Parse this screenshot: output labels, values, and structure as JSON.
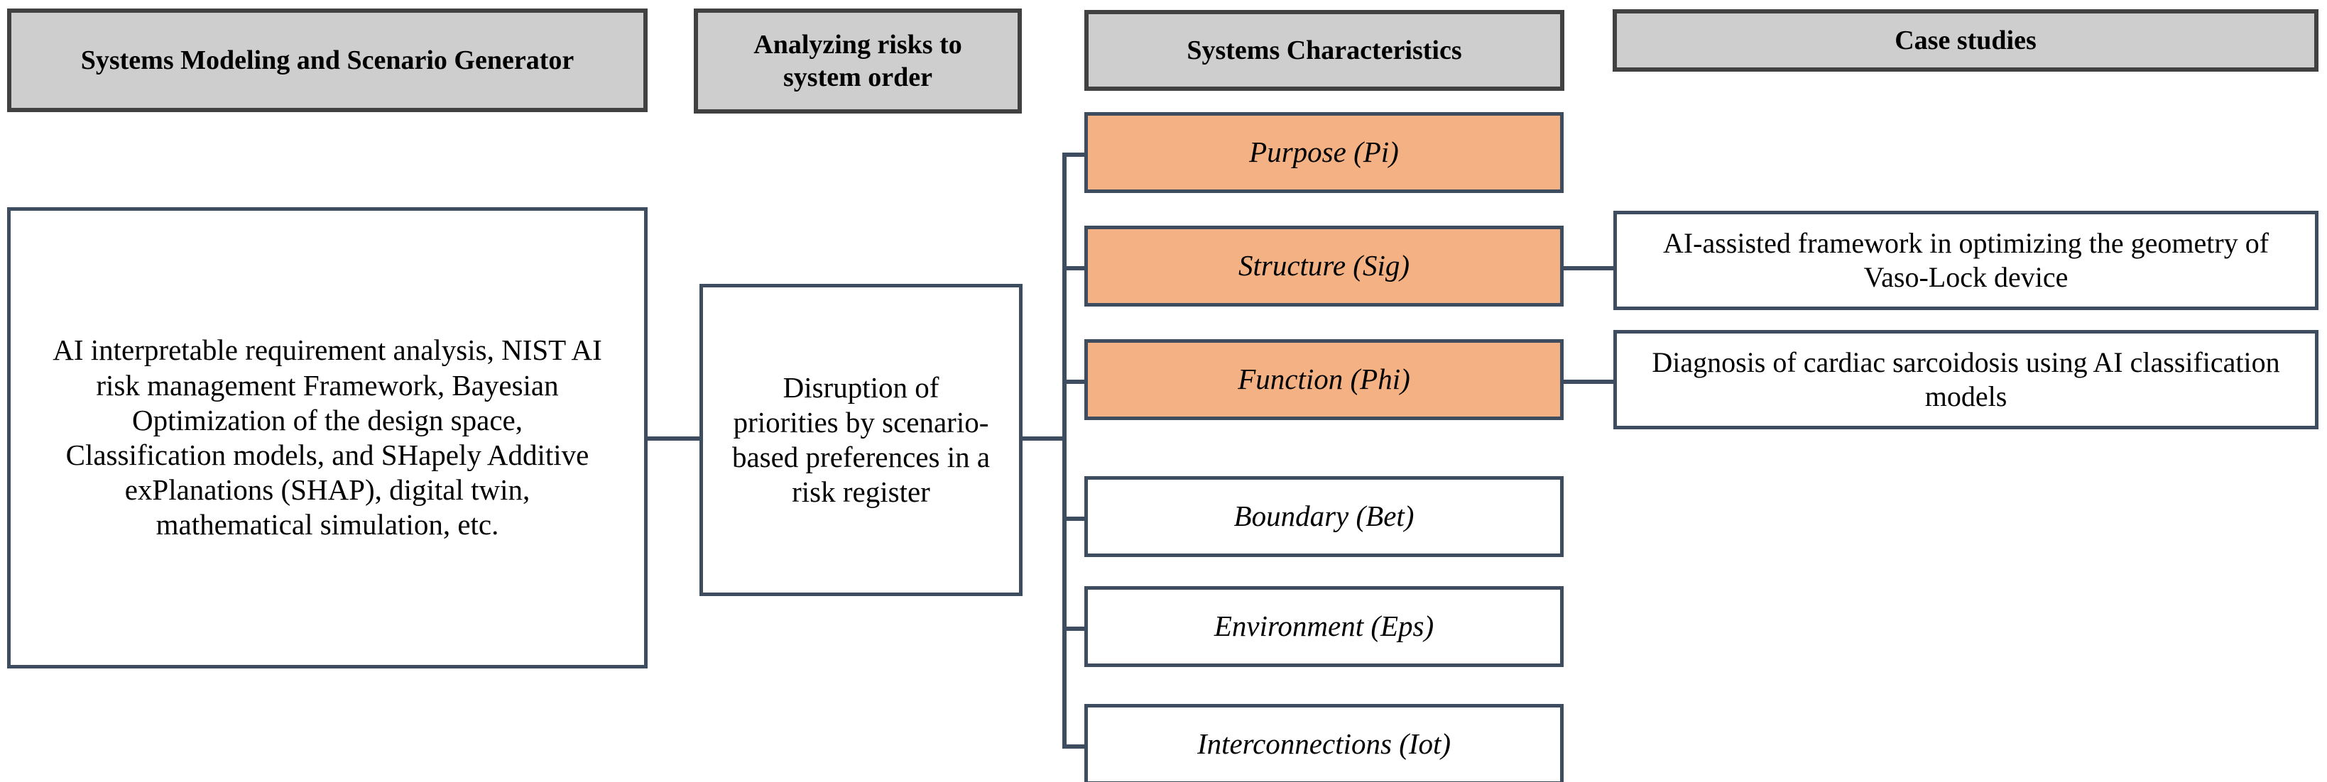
{
  "headers": [
    {
      "label": "Systems Modeling and Scenario Generator",
      "name": "header-systems-modeling"
    },
    {
      "label": "Analyzing risks to system order",
      "name": "header-analyzing-risks"
    },
    {
      "label": "Systems Characteristics",
      "name": "header-systems-characteristics"
    },
    {
      "label": "Case studies",
      "name": "header-case-studies"
    }
  ],
  "methods": {
    "text": "AI interpretable requirement analysis, NIST AI risk management Framework, Bayesian Optimization of the design space, Classification models, and SHapely Additive exPlanations (SHAP), digital twin, mathematical simulation, etc."
  },
  "risk": {
    "text": "Disruption of priorities  by scenario-based preferences in a risk register"
  },
  "characteristics": [
    {
      "label": "Purpose (Pi)",
      "highlighted": true
    },
    {
      "label": "Structure (Sig)",
      "highlighted": true
    },
    {
      "label": "Function (Phi)",
      "highlighted": true
    },
    {
      "label": "Boundary (Bet)",
      "highlighted": false
    },
    {
      "label": "Environment (Eps)",
      "highlighted": false
    },
    {
      "label": "Interconnections (Iot)",
      "highlighted": false
    }
  ],
  "case_studies": [
    {
      "label": "AI-assisted framework in optimizing the geometry of Vaso-Lock device",
      "linked_to": "Structure (Sig)"
    },
    {
      "label": "Diagnosis of cardiac sarcoidosis using AI classification models",
      "linked_to": "Function (Phi)"
    }
  ],
  "colors": {
    "highlight_fill": "#f4b183",
    "node_border": "#3e4c60",
    "header_fill": "#cecece",
    "header_border": "#414141",
    "page_background": "#ffffff",
    "text": "#000000"
  }
}
